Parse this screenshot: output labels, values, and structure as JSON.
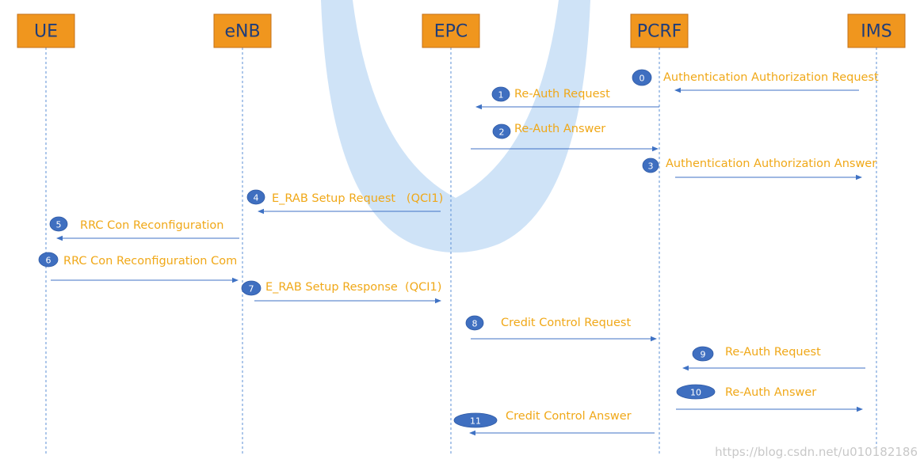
{
  "nodes": [
    {
      "id": "ue",
      "label": "UE"
    },
    {
      "id": "enb",
      "label": "eNB"
    },
    {
      "id": "epc",
      "label": "EPC"
    },
    {
      "id": "pcrf",
      "label": "PCRF"
    },
    {
      "id": "ims",
      "label": "IMS"
    }
  ],
  "messages": [
    {
      "step": "0",
      "label": "Authentication Authorization Request",
      "from": "ims",
      "to": "pcrf"
    },
    {
      "step": "1",
      "label": "Re-Auth Request",
      "from": "pcrf",
      "to": "epc"
    },
    {
      "step": "2",
      "label": "Re-Auth Answer",
      "from": "epc",
      "to": "pcrf"
    },
    {
      "step": "3",
      "label": "Authentication Authorization Answer",
      "from": "pcrf",
      "to": "ims"
    },
    {
      "step": "4",
      "label": "E_RAB Setup Request   (QCI1)",
      "from": "epc",
      "to": "enb"
    },
    {
      "step": "5",
      "label": "RRC Con Reconfiguration",
      "from": "enb",
      "to": "ue"
    },
    {
      "step": "6",
      "label": "RRC Con Reconfiguration Com",
      "from": "ue",
      "to": "enb"
    },
    {
      "step": "7",
      "label": "E_RAB Setup Response  (QCI1)",
      "from": "enb",
      "to": "epc"
    },
    {
      "step": "8",
      "label": "Credit Control Request",
      "from": "epc",
      "to": "pcrf"
    },
    {
      "step": "9",
      "label": "Re-Auth Request",
      "from": "ims",
      "to": "pcrf"
    },
    {
      "step": "10",
      "label": "Re-Auth Answer",
      "from": "pcrf",
      "to": "ims"
    },
    {
      "step": "11",
      "label": "Credit Control Answer",
      "from": "pcrf",
      "to": "epc"
    }
  ],
  "watermark": "https://blog.csdn.net/u010182186",
  "colors": {
    "node_fill": "#f0961e",
    "node_text": "#1f3d7a",
    "arrow": "#3f72c4",
    "label": "#f0a818",
    "badge": "#3f6fc0"
  }
}
